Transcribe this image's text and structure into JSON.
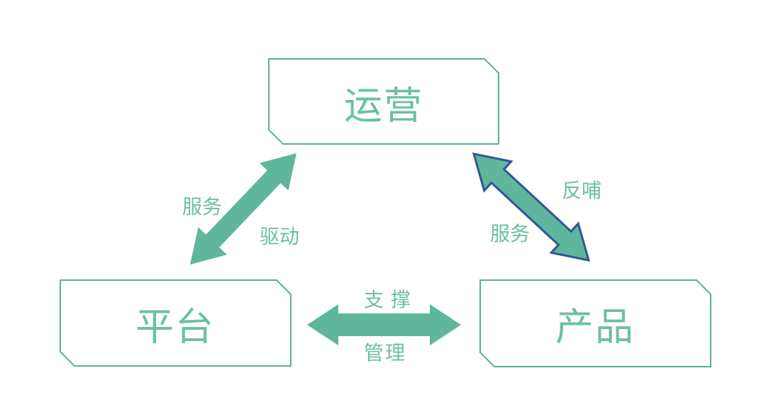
{
  "diagram": {
    "title": "platform-product-operations-triangle",
    "nodes": [
      {
        "id": "operations",
        "label": "运营"
      },
      {
        "id": "platform",
        "label": "平台"
      },
      {
        "id": "product",
        "label": "产品"
      }
    ],
    "edges": [
      {
        "id": "platform-operations",
        "from": "平台",
        "to": "运营",
        "labels": [
          "服务",
          "驱动"
        ],
        "style": "solid-green"
      },
      {
        "id": "operations-product",
        "from": "运营",
        "to": "产品",
        "labels": [
          "反哺",
          "服务"
        ],
        "style": "green-blue-outline"
      },
      {
        "id": "platform-product",
        "from": "平台",
        "to": "产品",
        "labels": [
          "支撑",
          "管理"
        ],
        "style": "solid-green"
      }
    ]
  },
  "colors": {
    "green_fill": "#5fb69c",
    "green_border": "#5bae94",
    "green_text": "#6cc0a2",
    "blue_stroke": "#2f5696",
    "background": "#ffffff"
  }
}
